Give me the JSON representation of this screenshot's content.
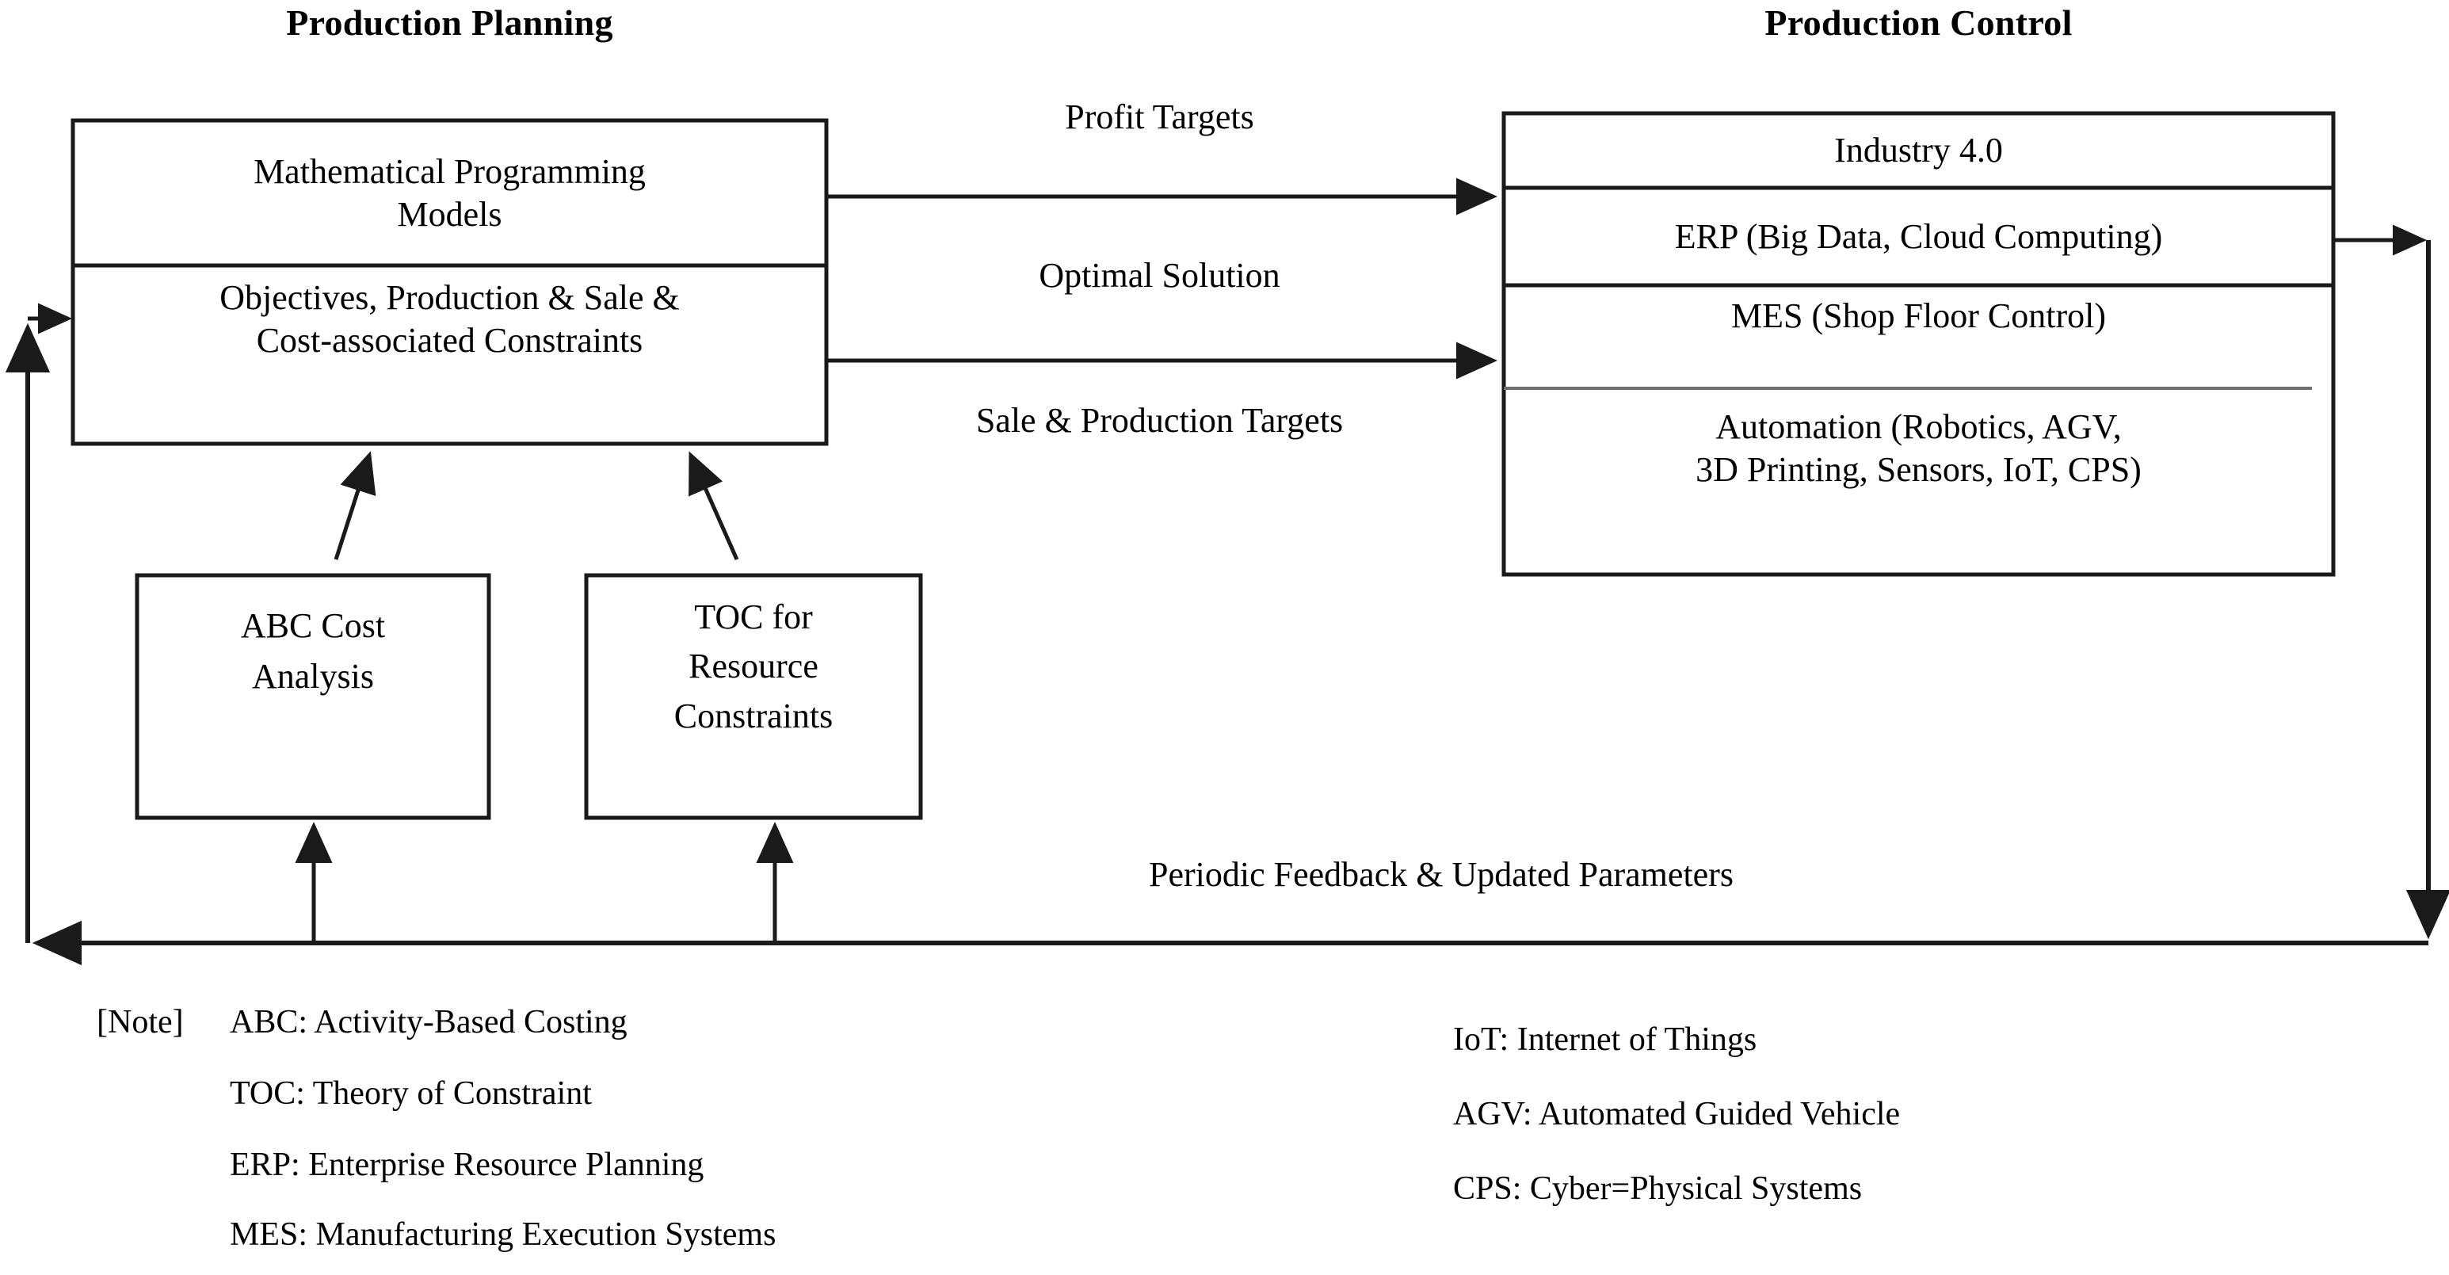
{
  "headers": {
    "left": "Production Planning",
    "right": "Production Control"
  },
  "planning_box": {
    "top_section": [
      "Mathematical Programming",
      "Models"
    ],
    "bottom_section": [
      "Objectives, Production & Sale &",
      "Cost-associated Constraints"
    ]
  },
  "control_box": {
    "rows": [
      {
        "lines": [
          "Industry 4.0"
        ]
      },
      {
        "lines": [
          "ERP (Big Data, Cloud Computing)"
        ]
      },
      {
        "lines": [
          "MES (Shop Floor Control)"
        ]
      },
      {
        "lines": [
          "Automation (Robotics, AGV,",
          "3D Printing, Sensors, IoT, CPS)"
        ]
      }
    ]
  },
  "support_boxes": [
    {
      "lines": [
        "ABC Cost",
        "Analysis"
      ]
    },
    {
      "lines": [
        "TOC for",
        "Resource",
        "Constraints"
      ]
    }
  ],
  "edge_labels": {
    "profit_targets": "Profit Targets",
    "optimal_solution": "Optimal Solution",
    "sale_production_targets": "Sale & Production Targets",
    "periodic_feedback": "Periodic Feedback & Updated Parameters"
  },
  "notes": {
    "prefix": "[Note]",
    "left_column": [
      "ABC: Activity-Based Costing",
      "TOC: Theory of Constraint",
      "ERP: Enterprise Resource Planning",
      "MES: Manufacturing Execution Systems"
    ],
    "right_column": [
      "IoT: Internet of Things",
      "AGV: Automated Guided Vehicle",
      "CPS: Cyber=Physical Systems"
    ]
  },
  "colors": {
    "stroke": "#1a1a1a",
    "background": "#ffffff",
    "text": "#000000",
    "stroke_light": "#6e6e6e"
  }
}
